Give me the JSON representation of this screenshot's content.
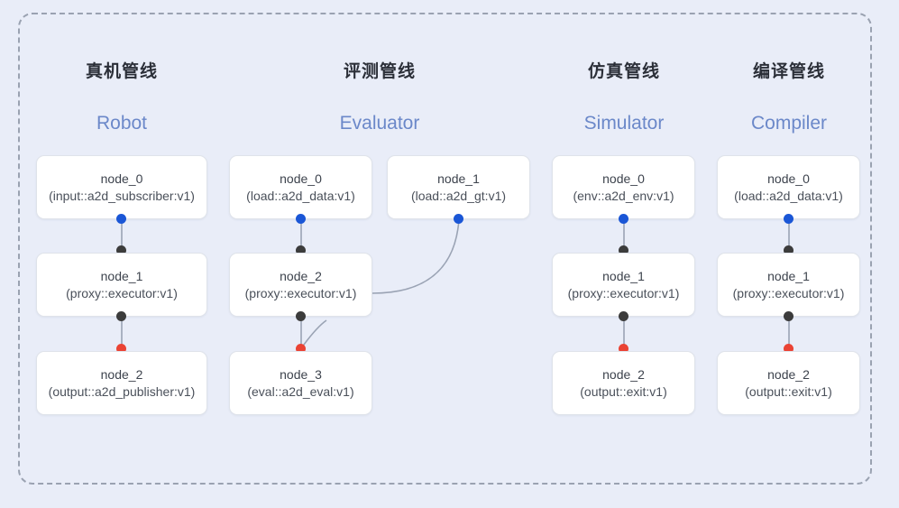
{
  "diagram": {
    "background_color": "#e9edf8",
    "panel_border_color": "#9aa2b1",
    "port_colors": {
      "input": "#1a56d6",
      "middle": "#3c3c3c",
      "output": "#ea4334"
    },
    "columns": [
      {
        "id": "robot",
        "title_cn": "真机管线",
        "title_en": "Robot",
        "nodes": [
          {
            "name": "node_0",
            "type": "(input::a2d_subscriber:v1)"
          },
          {
            "name": "node_1",
            "type": "(proxy::executor:v1)"
          },
          {
            "name": "node_2",
            "type": "(output::a2d_publisher:v1)"
          }
        ]
      },
      {
        "id": "evaluator",
        "title_cn": "评测管线",
        "title_en": "Evaluator",
        "nodes": [
          {
            "name": "node_0",
            "type": "(load::a2d_data:v1)"
          },
          {
            "name": "node_1",
            "type": "(load::a2d_gt:v1)"
          },
          {
            "name": "node_2",
            "type": "(proxy::executor:v1)"
          },
          {
            "name": "node_3",
            "type": "(eval::a2d_eval:v1)"
          }
        ]
      },
      {
        "id": "simulator",
        "title_cn": "仿真管线",
        "title_en": "Simulator",
        "nodes": [
          {
            "name": "node_0",
            "type": "(env::a2d_env:v1)"
          },
          {
            "name": "node_1",
            "type": "(proxy::executor:v1)"
          },
          {
            "name": "node_2",
            "type": "(output::exit:v1)"
          }
        ]
      },
      {
        "id": "compiler",
        "title_cn": "编译管线",
        "title_en": "Compiler",
        "nodes": [
          {
            "name": "node_0",
            "type": "(load::a2d_data:v1)"
          },
          {
            "name": "node_1",
            "type": "(proxy::executor:v1)"
          },
          {
            "name": "node_2",
            "type": "(output::exit:v1)"
          }
        ]
      }
    ]
  }
}
